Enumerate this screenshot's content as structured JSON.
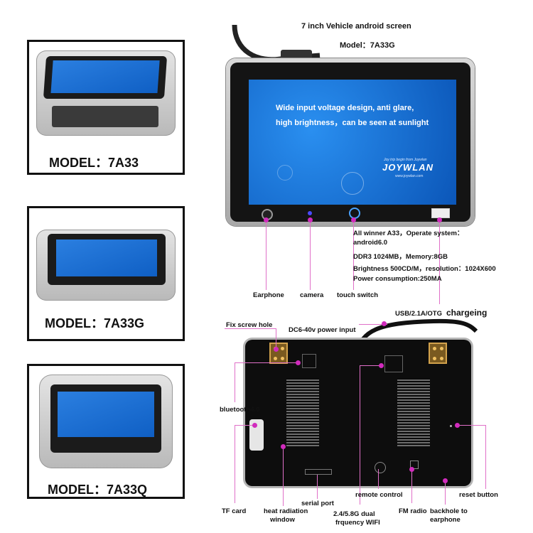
{
  "models": [
    {
      "label": "MODEL：7A33"
    },
    {
      "label": "MODEL：7A33G"
    },
    {
      "label": "MODEL：7A33Q"
    }
  ],
  "header": {
    "title": "7 inch Vehicle android screen",
    "model": "Model：7A33G"
  },
  "screen": {
    "headline_line1": "Wide input voltage design, anti glare,",
    "headline_line2": "high brightness，can be seen at sunlight",
    "brand_tagline": "Joy trip begin from Joywlan",
    "brand_name": "JOYWLAN",
    "brand_url": "www.joywlan.com"
  },
  "front_labels": {
    "earphone": "Earphone",
    "camera": "camera",
    "touch_switch": "touch switch",
    "usb": "USB/2.1A/OTG",
    "charging": "chargeing"
  },
  "specs": [
    "All winner A33，Operate system：",
    "android6.0",
    "DDR3 1024MB，Memory:8GB",
    "Brightness 500CD/M，resolution：1024X600",
    "Power consumption:250MA"
  ],
  "back_labels": {
    "fix_screw_hole": "Fix screw hole",
    "power_input": "DC6-40v power input",
    "bluetooth": "bluetooth4.0",
    "tf_card": "TF card",
    "heat_window_1": "heat radiation",
    "heat_window_2": "window",
    "serial_port": "serial port",
    "dual_wifi_1": "2.4/5.8G dual",
    "dual_wifi_2": "frquency WIFI",
    "remote_control": "remote control",
    "fm_radio": "FM radio",
    "backhole_1": "backhole to",
    "backhole_2": "earphone",
    "reset_button": "reset button"
  },
  "colors": {
    "accent_line": "#e070c8",
    "screen_blue": "#1a6fd6",
    "frame": "#111111"
  }
}
